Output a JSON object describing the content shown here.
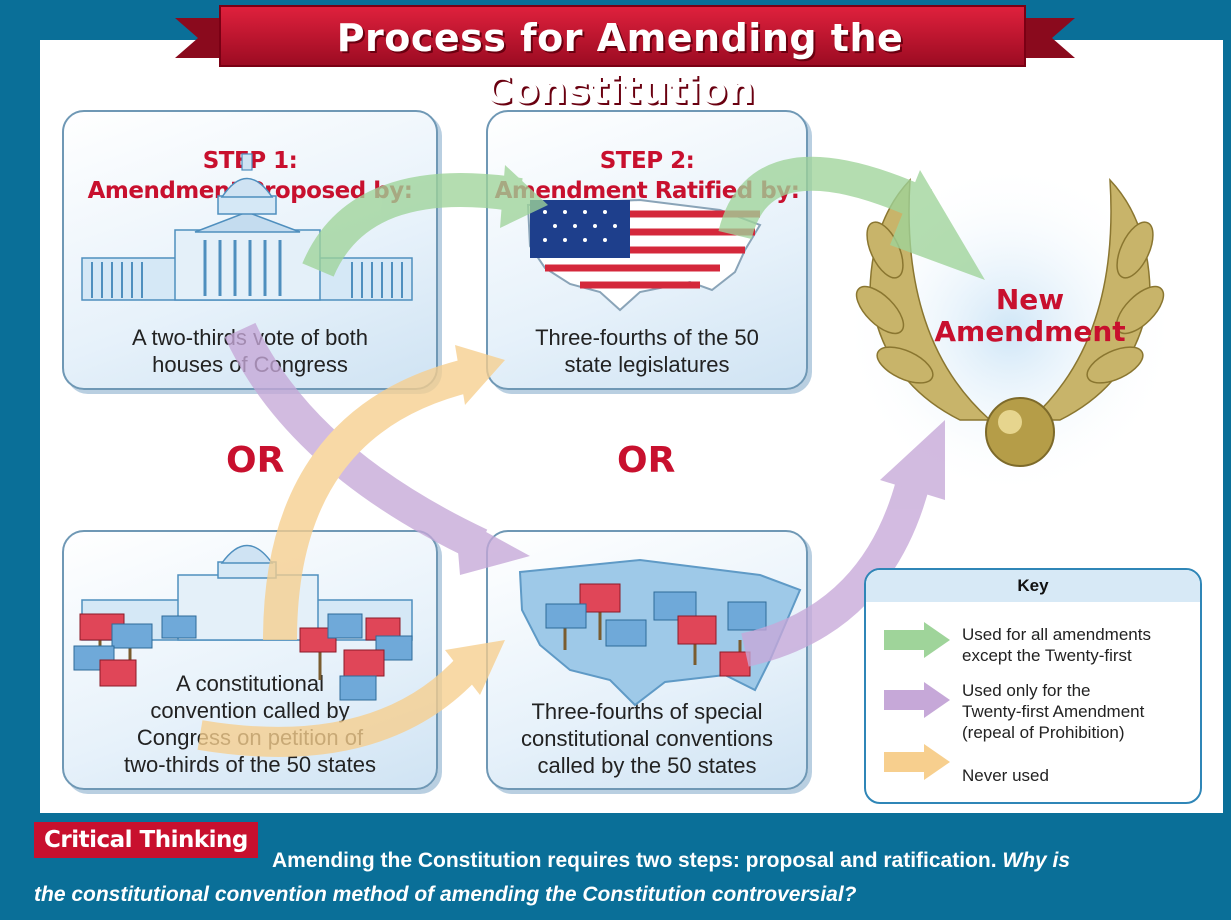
{
  "title": "Process for Amending the Constitution",
  "step1": {
    "title_line1": "STEP 1:",
    "title_line2": "Amendment Proposed by:",
    "top_caption_line1": "A two-thirds vote of both",
    "top_caption_line2": "houses of Congress",
    "bottom_caption_line1": "A constitutional",
    "bottom_caption_line2": "convention called by",
    "bottom_caption_line3": "Congress on petition of",
    "bottom_caption_line4": "two-thirds of the 50 states"
  },
  "step2": {
    "title_line1": "STEP 2:",
    "title_line2": "Amendment Ratified by:",
    "top_caption_line1": "Three-fourths of the 50",
    "top_caption_line2": "state legislatures",
    "bottom_caption_line1": "Three-fourths of special",
    "bottom_caption_line2": "constitutional conventions",
    "bottom_caption_line3": "called by the 50 states"
  },
  "or_label": "OR",
  "result": {
    "line1": "New",
    "line2": "Amendment"
  },
  "key": {
    "title": "Key",
    "items": [
      {
        "line1": "Used for all amendments",
        "line2": "except the Twenty-first",
        "line3": "",
        "color": "#9fd49a"
      },
      {
        "line1": "Used only for the",
        "line2": "Twenty-first Amendment",
        "line3": "(repeal of Prohibition)",
        "color": "#c6a8d8"
      },
      {
        "line1": "Never used",
        "line2": "",
        "line3": "",
        "color": "#f7cf8e"
      }
    ]
  },
  "critical_thinking": {
    "label": "Critical Thinking",
    "statement": "Amending the Constitution requires two steps: proposal and ratification.",
    "question_part1": "Why is",
    "question_part2": "the constitutional convention method of amending the Constitution controversial?"
  },
  "colors": {
    "frame": "#0a6f98",
    "accent_red": "#c8102e",
    "green_arrow": "#9fd49a",
    "purple_arrow": "#c6a8d8",
    "orange_arrow": "#f7cf8e"
  }
}
